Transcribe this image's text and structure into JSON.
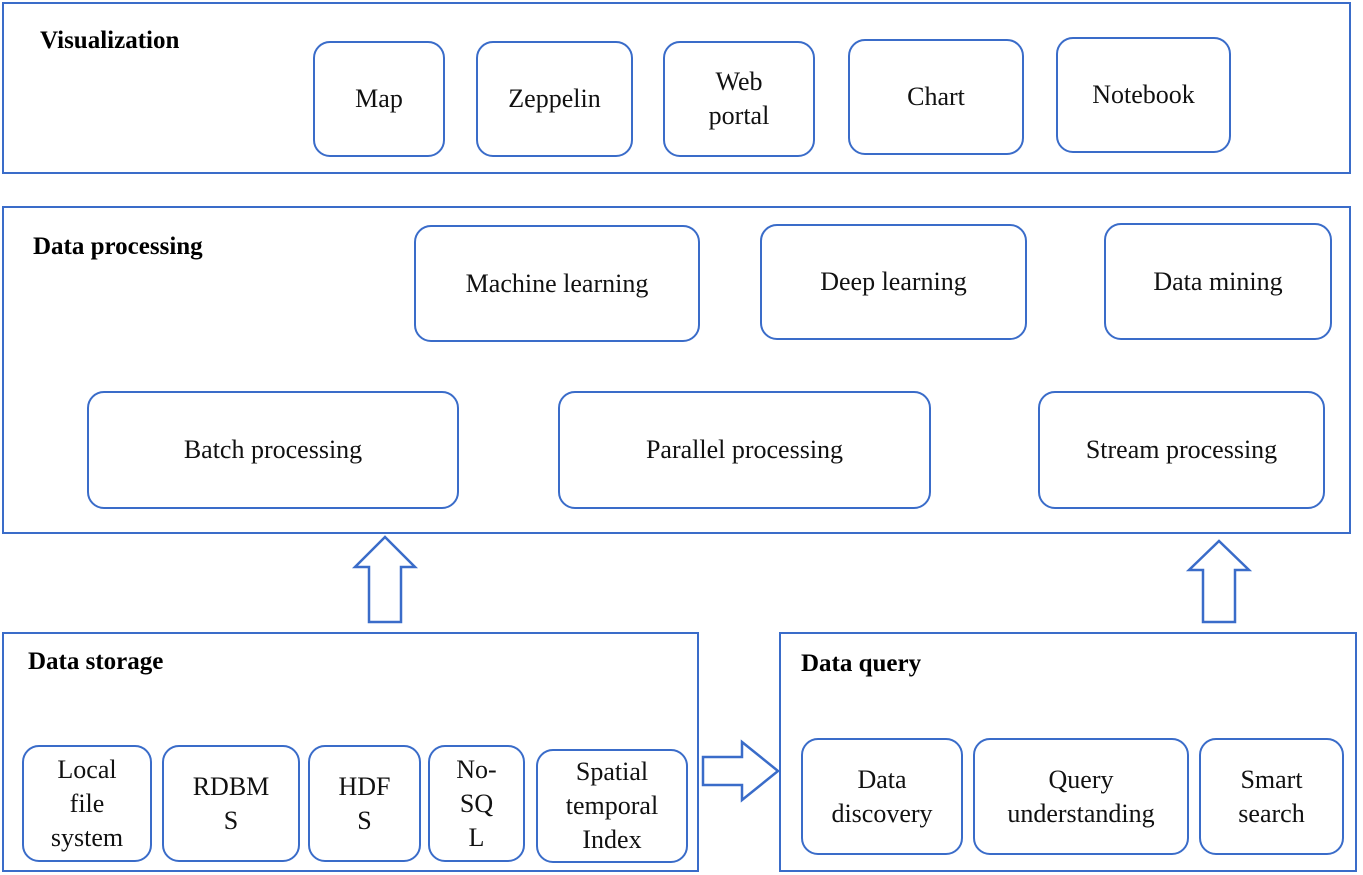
{
  "visualization": {
    "title": "Visualization",
    "items": [
      "Map",
      "Zeppelin",
      "Web\nportal",
      "Chart",
      "Notebook"
    ]
  },
  "processing": {
    "title": "Data processing",
    "top_items": [
      "Machine learning",
      "Deep learning",
      "Data mining"
    ],
    "bottom_items": [
      "Batch processing",
      "Parallel processing",
      "Stream processing"
    ]
  },
  "storage": {
    "title": "Data storage",
    "items": [
      "Local\nfile\nsystem",
      "RDBM\nS",
      "HDF\nS",
      "No-\nSQ\nL",
      "Spatial\ntemporal\nIndex"
    ]
  },
  "query": {
    "title": "Data query",
    "items": [
      "Data\ndiscovery",
      "Query\nunderstanding",
      "Smart\nsearch"
    ]
  },
  "colors": {
    "border": "#3a6cc9",
    "arrow": "#3a6cc9"
  }
}
